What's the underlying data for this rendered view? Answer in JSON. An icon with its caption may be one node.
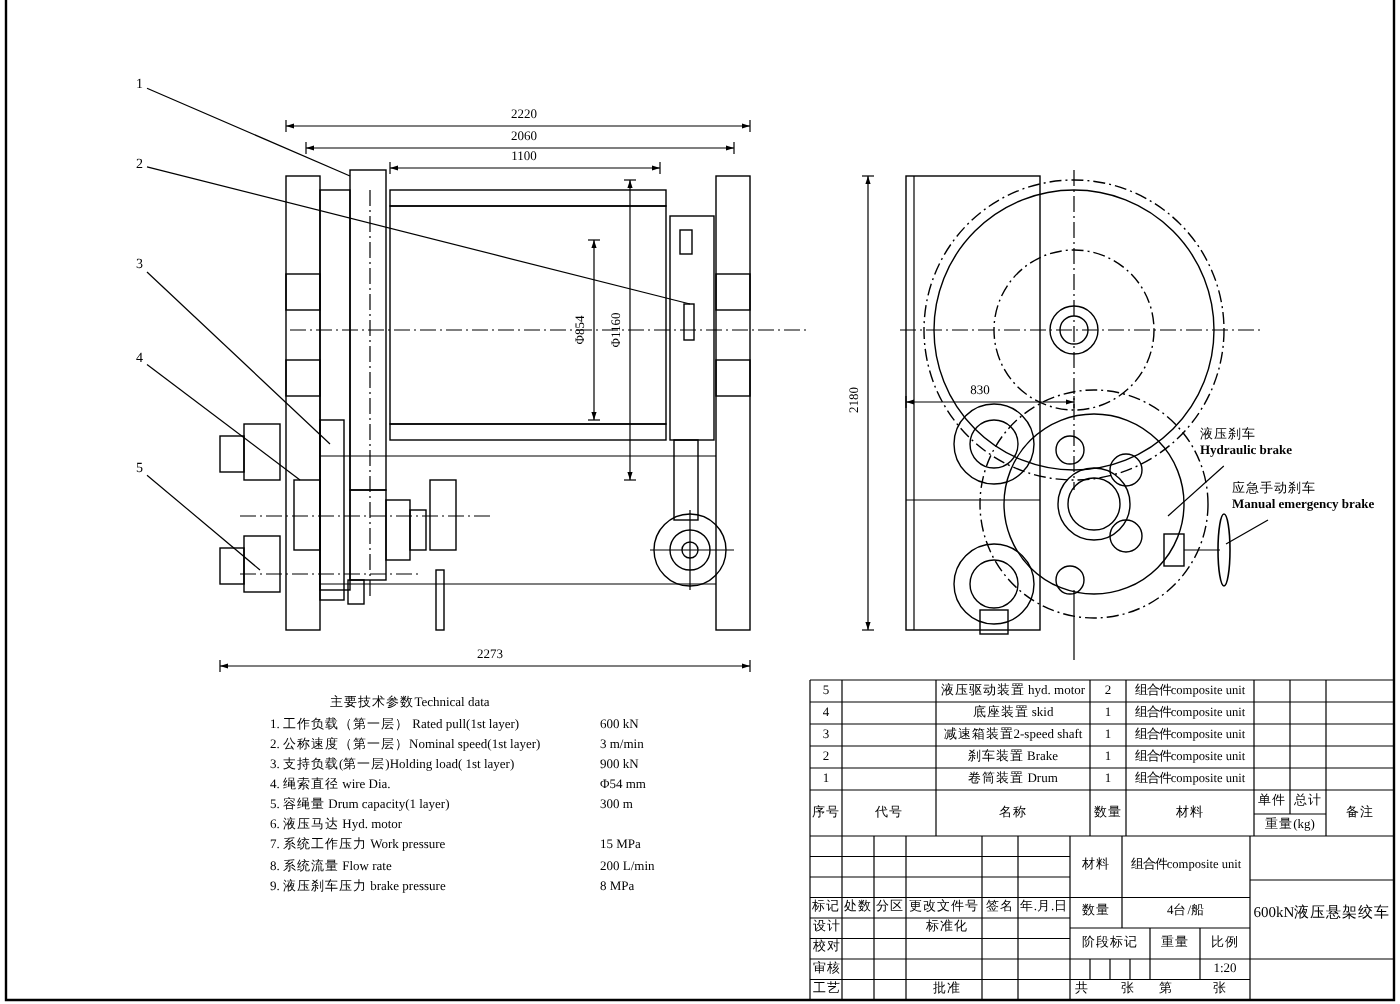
{
  "diagram": {
    "nodes": [
      {
        "text": [
          "1"
        ]
      },
      {
        "text": [
          "2"
        ]
      },
      {
        "text": [
          "3"
        ]
      },
      {
        "text": [
          "4"
        ]
      },
      {
        "text": [
          "5"
        ]
      },
      {
        "text": [
          "液压刹车",
          "Hydraulic brake"
        ]
      },
      {
        "text": [
          "应急手动刹车",
          "Manual emergency brake"
        ]
      }
    ],
    "edges": [
      {
        "from": 0,
        "to": null,
        "arrow": "none"
      },
      {
        "from": 1,
        "to": null,
        "arrow": "none"
      },
      {
        "from": 2,
        "to": null,
        "arrow": "none"
      },
      {
        "from": 3,
        "to": null,
        "arrow": "none"
      },
      {
        "from": 4,
        "to": null,
        "arrow": "none"
      },
      {
        "from": 5,
        "to": null,
        "arrow": "none"
      },
      {
        "from": 6,
        "to": null,
        "arrow": "none"
      }
    ],
    "labels": [
      "2220",
      "2060",
      "1100",
      "Φ854",
      "Φ1160",
      "2273",
      "2180",
      "830",
      "主要技术参数Technical data",
      "1. 工作负载（第一层） Rated pull(1st layer)",
      "600 kN",
      "2. 公称速度（第一层）Nominal speed(1st layer)",
      "3 m/min",
      "3. 支持负载(第一层)Holding load( 1st layer)",
      "900 kN",
      "4. 绳索直径 wire Dia.",
      "Φ54 mm",
      "5. 容绳量 Drum capacity(1 layer)",
      "300 m",
      "6. 液压马达 Hyd. motor",
      "7. 系统工作压力 Work pressure",
      "15 MPa",
      "8. 系统流量 Flow rate",
      "200 L/min",
      "9. 液压刹车压力 brake pressure",
      "8 MPa",
      "5",
      "液压驱动装置 hyd. motor",
      "2",
      "组合件composite unit",
      "4",
      "底座装置 skid",
      "1",
      "组合件composite unit",
      "3",
      "减速箱装置2-speed shaft",
      "1",
      "组合件composite unit",
      "2",
      "刹车装置 Brake",
      "1",
      "组合件composite unit",
      "1",
      "卷筒装置 Drum",
      "1",
      "组合件composite unit",
      "序号",
      "代号",
      "名称",
      "数量",
      "材料",
      "单件",
      "总计",
      "重量(kg)",
      "备注",
      "材料",
      "组合件composite unit",
      "标记",
      "处数",
      "分区",
      "更改文件号",
      "签名",
      "年.月.日",
      "数量",
      "4台/船",
      "600kN液压悬架绞车",
      "设计",
      "标准化",
      "校对",
      "阶段标记",
      "重量",
      "比例",
      "审核",
      "1:20",
      "工艺",
      "批准",
      "共",
      "张",
      "第",
      "张"
    ]
  }
}
